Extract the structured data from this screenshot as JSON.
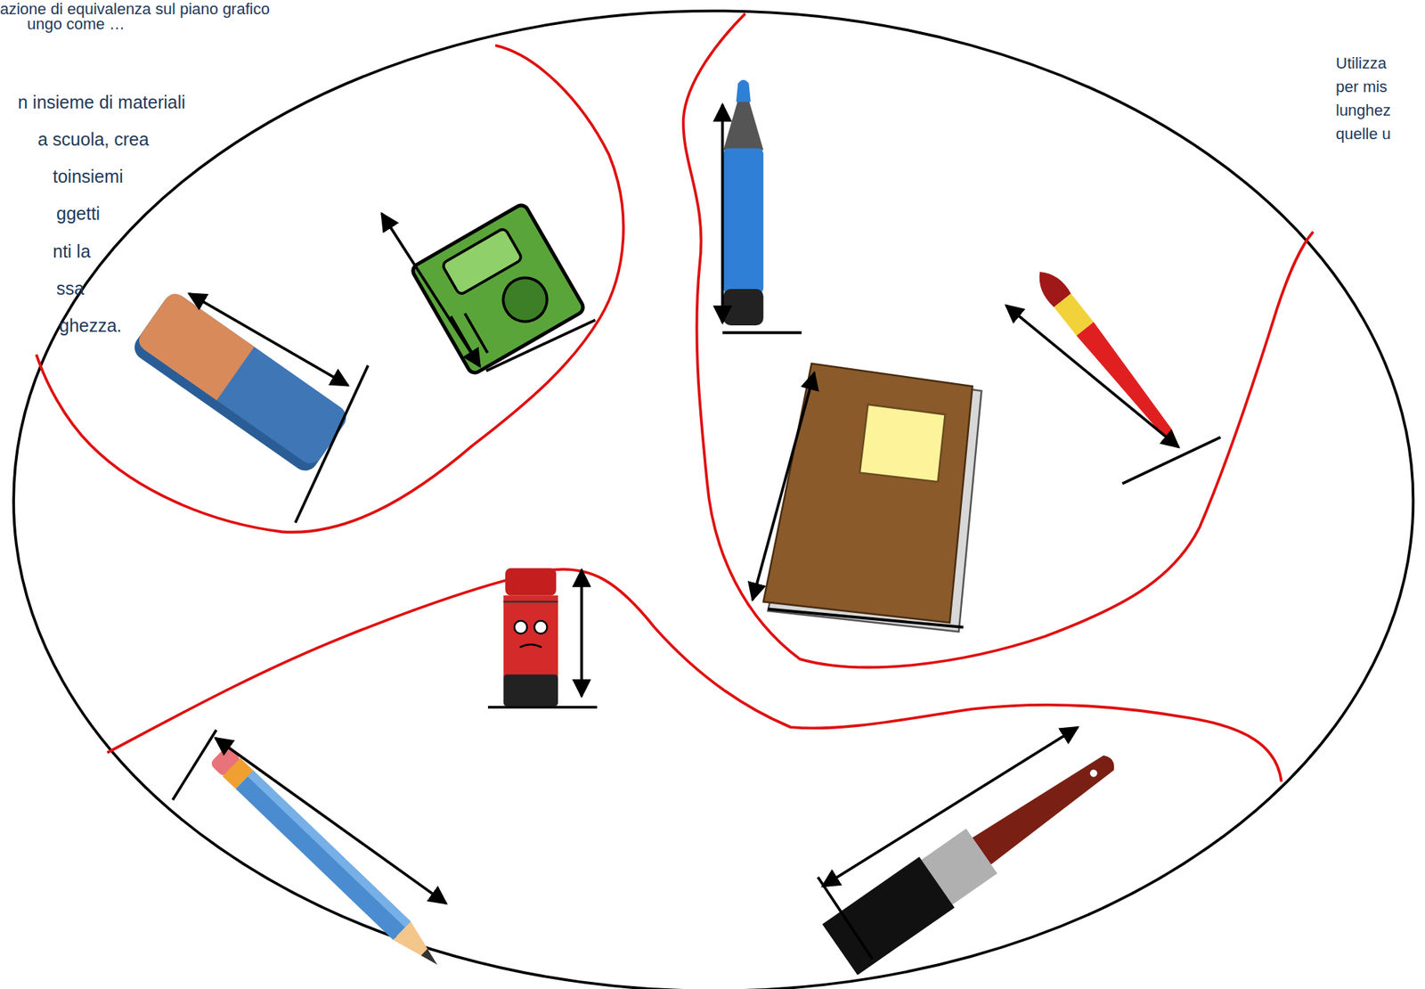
{
  "diagram": {
    "labels": [
      "azione di equivalenza sul piano grafico",
      "ungo come …",
      "n insieme di materiali",
      "a scuola, crea",
      "toinsiemi",
      "ggetti",
      "nti la",
      "ssa",
      "ghezza.",
      "Utilizza",
      "per mis",
      "lunghez",
      "quelle u"
    ]
  }
}
